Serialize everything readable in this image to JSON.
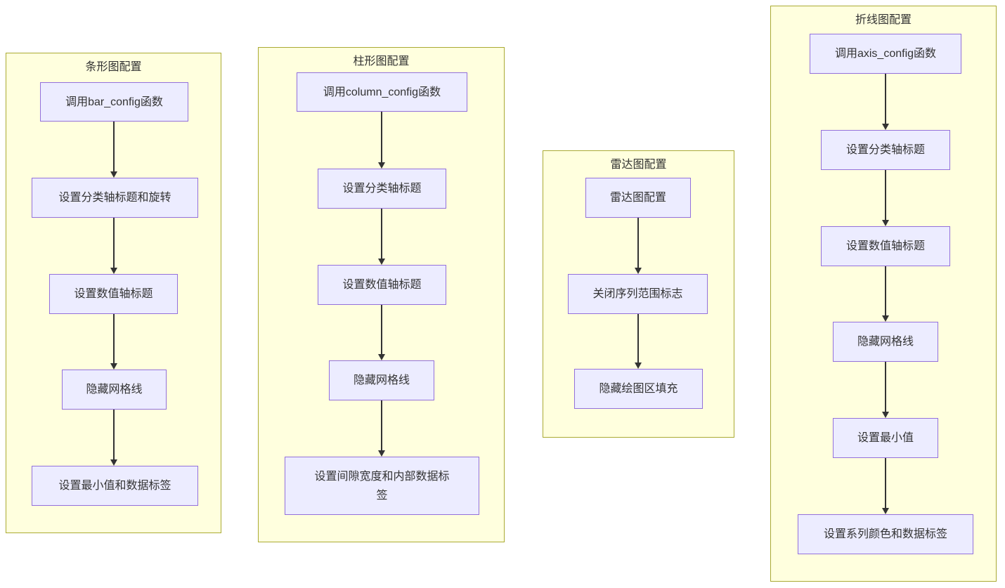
{
  "diagram": {
    "type": "flowchart-top-down",
    "groups": [
      {
        "title": "条形图配置",
        "nodes": [
          "调用bar_config函数",
          "设置分类轴标题和旋转",
          "设置数值轴标题",
          "隐藏网格线",
          "设置最小值和数据标签"
        ],
        "edges": [
          [
            0,
            1
          ],
          [
            1,
            2
          ],
          [
            2,
            3
          ],
          [
            3,
            4
          ]
        ]
      },
      {
        "title": "柱形图配置",
        "nodes": [
          "调用column_config函数",
          "设置分类轴标题",
          "设置数值轴标题",
          "隐藏网格线",
          "设置间隙宽度和内部数据标签"
        ],
        "edges": [
          [
            0,
            1
          ],
          [
            1,
            2
          ],
          [
            2,
            3
          ],
          [
            3,
            4
          ]
        ]
      },
      {
        "title": "雷达图配置",
        "nodes": [
          "雷达图配置",
          "关闭序列范围标志",
          "隐藏绘图区填充"
        ],
        "edges": [
          [
            0,
            1
          ],
          [
            1,
            2
          ]
        ]
      },
      {
        "title": "折线图配置",
        "nodes": [
          "调用axis_config函数",
          "设置分类轴标题",
          "设置数值轴标题",
          "隐藏网格线",
          "设置最小值",
          "设置系列颜色和数据标签"
        ],
        "edges": [
          [
            0,
            1
          ],
          [
            1,
            2
          ],
          [
            2,
            3
          ],
          [
            3,
            4
          ],
          [
            4,
            5
          ]
        ]
      }
    ]
  },
  "colors": {
    "cluster_fill": "#ffffde",
    "cluster_border": "#aaaa33",
    "node_fill": "#ececff",
    "node_border": "#9370db",
    "arrow": "#333333",
    "text": "#333333",
    "background": "#ffffff"
  }
}
